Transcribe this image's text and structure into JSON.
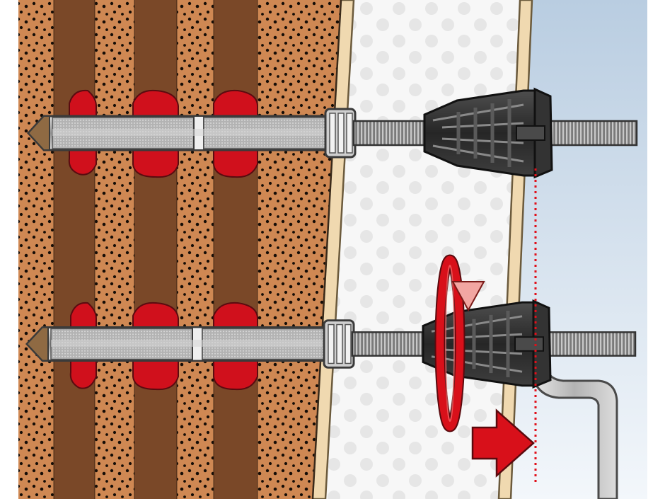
{
  "colors": {
    "masonry_light": "#d08a55",
    "masonry_dark": "#7c4a28",
    "mortar_dots": "#140c06",
    "adhesive": "#d0101c",
    "insulation": "#f6f6f6",
    "insulation_dots": "#e4e4e4",
    "plaster": "#f2dcb4",
    "exterior": "#dde9f3",
    "sleeve": "#c4c4c4",
    "screw": "#8a8a8a",
    "cone": "#2e2e2e",
    "bracket": "#c9c9c9",
    "indicator": "#e0101a"
  },
  "layers": [
    {
      "name": "masonry-hollow-block"
    },
    {
      "name": "insulation-panel"
    },
    {
      "name": "plaster-layer"
    },
    {
      "name": "exterior-air"
    }
  ],
  "anchors": [
    {
      "state": "installed"
    },
    {
      "state": "tightened-with-bracket"
    }
  ],
  "icons": {
    "rotation": "rotation-arrow-icon",
    "push": "push-arrow-icon",
    "alignment": "dotted-alignment-line"
  }
}
